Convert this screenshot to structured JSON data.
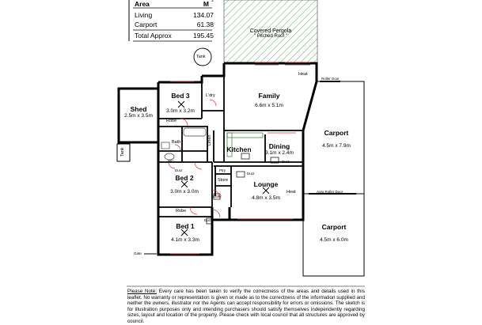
{
  "area_table": {
    "header_label": "Area",
    "header_unit": "M",
    "header_unit_sup": "2",
    "rows": [
      {
        "label": "Living",
        "value": "134.07"
      },
      {
        "label": "Carport",
        "value": "61.38"
      }
    ],
    "total": {
      "label": "Total Approx",
      "value": "195.45"
    }
  },
  "rooms": {
    "pergola": {
      "name": "Covered Pergola",
      "sub": "\" Pitched Roof \""
    },
    "tank": {
      "name": "Tank"
    },
    "heat_top": {
      "name": "Heat"
    },
    "roller_door": {
      "name": "Roller Door"
    },
    "family": {
      "name": "Family",
      "dim": "6.6m x 5.1m"
    },
    "bed3": {
      "name": "Bed 3",
      "dim": "3.0m x 3.2m"
    },
    "ldry": {
      "name": "L'dry"
    },
    "shed": {
      "name": "Shed",
      "dim": "2.5m x 3.5m"
    },
    "robe_top": {
      "name": "Robe"
    },
    "bath": {
      "name": "Bath"
    },
    "linen": {
      "name": "Linen"
    },
    "wc": {
      "name": "WC"
    },
    "tank_side": {
      "name": "Tank"
    },
    "kitchen": {
      "name": "Kitchen"
    },
    "dining": {
      "name": "Dining",
      "dim": "3.1m x 2.4m"
    },
    "carport_top": {
      "name": "Carport",
      "dim": "4.5m x 7.9m"
    },
    "duct_bed2": {
      "name": "Duct"
    },
    "bed2": {
      "name": "Bed 2",
      "dim": "3.0m x 3.0m"
    },
    "ptry": {
      "name": "Ptry"
    },
    "duct_ptry": {
      "name": "Duct"
    },
    "duct_dining": {
      "name": "Duct"
    },
    "store": {
      "name": "Store"
    },
    "lounge": {
      "name": "Lounge",
      "dim": "4.8m x 3.5m"
    },
    "heat_lounge": {
      "name": "Heat"
    },
    "auto_roller_door": {
      "name": "Auto Roller Door"
    },
    "entry": {
      "name": "Entry"
    },
    "robe_bottom": {
      "name": "Robe"
    },
    "duct_bed1": {
      "name": "Duct"
    },
    "bed1": {
      "name": "Bed 1",
      "dim": "4.1m x 3.3m"
    },
    "carport_bottom": {
      "name": "Carport",
      "dim": "4.5m x 6.0m"
    },
    "gate": {
      "name": "Gate"
    }
  },
  "disclaimer": {
    "heading": "Please Note:",
    "body": " Every care has been taken to verify the correctness of the areas and details used in this leaflet. No warranty or representation is given or made as to the correctness of the information supplied and neither the owners, illustrator nor the Agents can accept responsibility for errors or omissions. The sketch is for illustration purposes only and intending purchasers should satisfy themselves independently regarding sizes, layout and location of the property. Please check with local council that all structures are approved by council."
  }
}
